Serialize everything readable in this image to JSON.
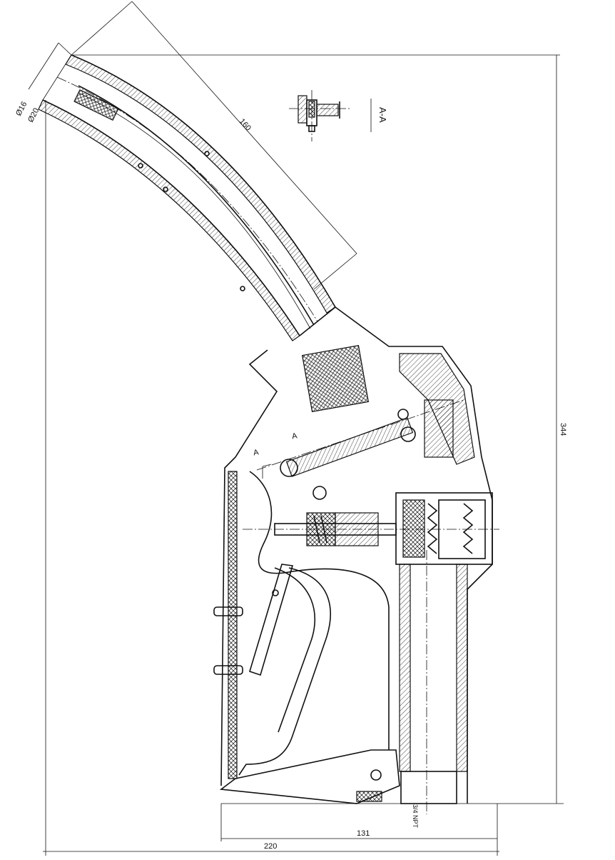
{
  "dimensions": {
    "d16": "Ø16",
    "d20": "Ø20",
    "spout_len": "160",
    "height": "344",
    "width_total": "220",
    "width_handle": "131"
  },
  "section": {
    "title": "A-A",
    "mark_upper": "A",
    "mark_lower": "A"
  },
  "thread_label": "3/4 NPT"
}
